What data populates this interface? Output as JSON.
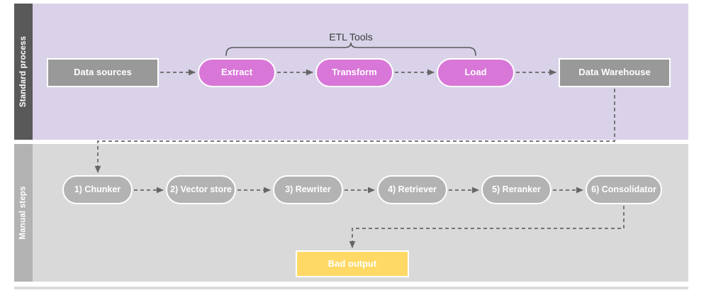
{
  "diagram": {
    "type": "flowchart",
    "title": "",
    "colors": {
      "lane_top_band": "#d9d2e9",
      "lane_top_label": "#595959",
      "lane_bottom_band": "#d9d9d9",
      "lane_bottom_label": "#b3b3b3",
      "etl_node": "#d977d9",
      "gray_node": "#999999",
      "step_node": "#b3b3b3",
      "bad_output": "#ffd966",
      "connector": "#666666"
    },
    "lanes": [
      {
        "id": "standard",
        "label": "Standard process"
      },
      {
        "id": "manual",
        "label": "Manual steps"
      }
    ],
    "bracket": {
      "label": "ETL Tools",
      "spans": [
        "Extract",
        "Load"
      ]
    },
    "nodes": {
      "data_sources": "Data sources",
      "extract": "Extract",
      "transform": "Transform",
      "load": "Load",
      "data_warehouse": "Data Warehouse",
      "chunker": "1) Chunker",
      "vector_store": "2) Vector store",
      "rewriter": "3) Rewriter",
      "retriever": "4) Retriever",
      "reranker": "5) Reranker",
      "consolidator": "6) Consolidator",
      "bad_output": "Bad output"
    },
    "edges": [
      {
        "from": "Data sources",
        "to": "Extract",
        "style": "dashed"
      },
      {
        "from": "Extract",
        "to": "Transform",
        "style": "dashed"
      },
      {
        "from": "Transform",
        "to": "Load",
        "style": "dashed"
      },
      {
        "from": "Load",
        "to": "Data Warehouse",
        "style": "dashed"
      },
      {
        "from": "Data Warehouse",
        "to": "1) Chunker",
        "style": "dashed-elbow"
      },
      {
        "from": "1) Chunker",
        "to": "2) Vector store",
        "style": "dashed"
      },
      {
        "from": "2) Vector store",
        "to": "3) Rewriter",
        "style": "dashed"
      },
      {
        "from": "3) Rewriter",
        "to": "4) Retriever",
        "style": "dashed"
      },
      {
        "from": "4) Retriever",
        "to": "5) Reranker",
        "style": "dashed"
      },
      {
        "from": "5) Reranker",
        "to": "6) Consolidator",
        "style": "dashed"
      },
      {
        "from": "6) Consolidator",
        "to": "Bad output",
        "style": "dashed-elbow"
      }
    ]
  }
}
